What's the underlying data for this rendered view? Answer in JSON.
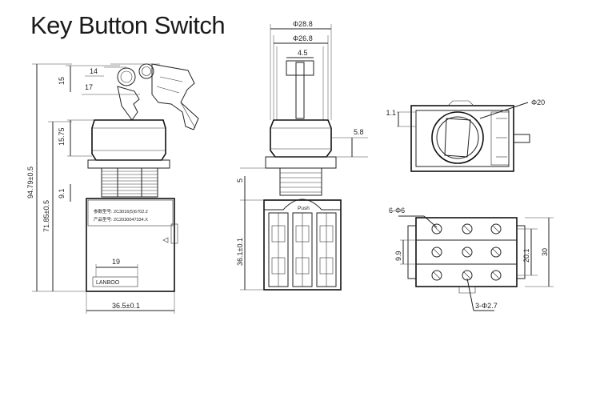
{
  "title": "Key Button Switch",
  "side_view": {
    "dims": {
      "key_w1": "14",
      "key_w2": "17",
      "key_h": "15",
      "bezel_h": "15.75",
      "total_h": "94.79±0.5",
      "body_h": "71.85±0.5",
      "gap_h": "9.1",
      "width": "36.5±0.1",
      "inner_w": "19"
    },
    "label_line1": "参数型号: 2C3016(5)6702.2",
    "label_line2": "产品型号: 2C2030047334.X",
    "brand": "LANBOO"
  },
  "front_view": {
    "dims": {
      "outer_dia": "Φ28.8",
      "inner_dia": "Φ26.8",
      "key_w": "4.5",
      "bezel_h": "5.8",
      "nut_h": "5",
      "block_h": "36.1±0.1"
    },
    "push_label": "Push"
  },
  "top_view": {
    "dims": {
      "dia": "Φ20",
      "offset": "1.1"
    }
  },
  "bottom_view": {
    "dims": {
      "holes6": "6-Φ6",
      "holes3": "3-Φ2.7",
      "pitch": "9.9",
      "span": "20.1",
      "height": "30"
    }
  }
}
